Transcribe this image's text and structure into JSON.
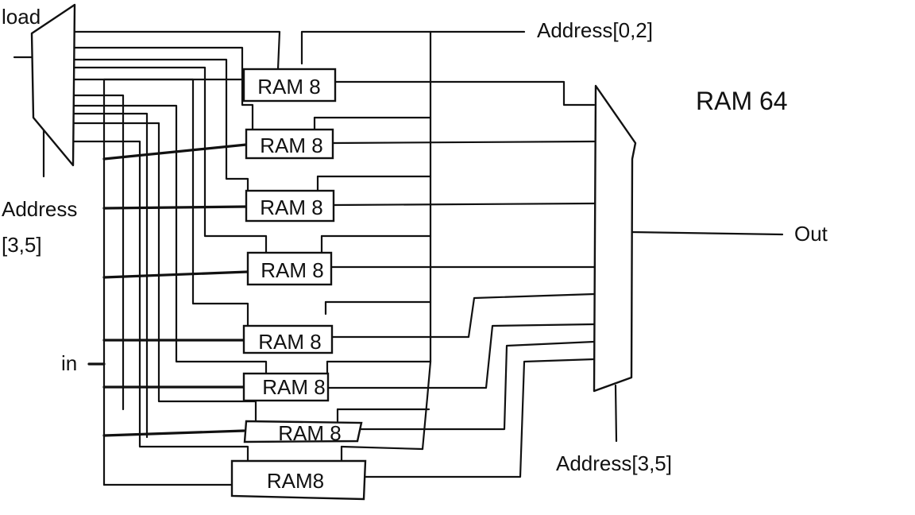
{
  "title": "RAM 64",
  "labels": {
    "load": "load",
    "address_low": "Address[0,2]",
    "address_high_left_line1": "Address",
    "address_high_left_line2": "[3,5]",
    "in": "in",
    "address_high_right": "Address[3,5]",
    "out": "Out"
  },
  "ram_blocks": [
    "RAM 8",
    "RAM 8",
    "RAM 8",
    "RAM 8",
    "RAM 8",
    "RAM 8",
    "RAM 8",
    "RAM8"
  ]
}
